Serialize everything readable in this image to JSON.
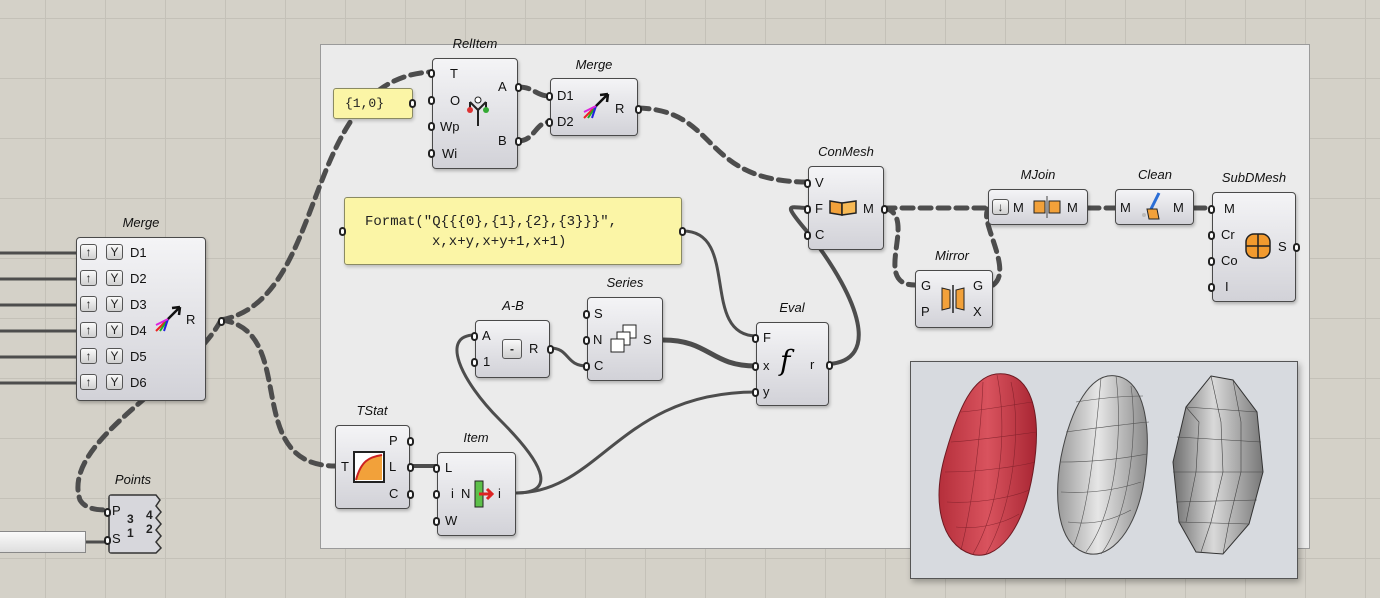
{
  "colors": {
    "canvas": "#d4d1c8",
    "group": "#ebebeb",
    "panel": "#fbf5a6",
    "wire": "#4d4d4d",
    "mesh_selected": "#c8424e"
  },
  "components": {
    "relitem": {
      "title": "RelItem",
      "inputs": [
        "T",
        "O",
        "Wp",
        "Wi"
      ],
      "outputs": [
        "A",
        "B"
      ],
      "icon": "relative-item-icon"
    },
    "merge_top": {
      "title": "Merge",
      "inputs": [
        "D1",
        "D2"
      ],
      "outputs": [
        "R"
      ],
      "icon": "merge-icon"
    },
    "merge_left": {
      "title": "Merge",
      "inputs": [
        "D1",
        "D2",
        "D3",
        "D4",
        "D5",
        "D6"
      ],
      "outputs": [
        "R"
      ],
      "icon": "merge-icon"
    },
    "conmesh": {
      "title": "ConMesh",
      "inputs": [
        "V",
        "F",
        "C"
      ],
      "outputs": [
        "M"
      ],
      "icon": "construct-mesh-icon"
    },
    "mjoin": {
      "title": "MJoin",
      "inputs": [
        "M"
      ],
      "outputs": [
        "M"
      ],
      "icon": "mesh-join-icon"
    },
    "clean": {
      "title": "Clean",
      "inputs": [
        "M"
      ],
      "outputs": [
        "M"
      ],
      "icon": "clean-mesh-icon"
    },
    "subdmesh": {
      "title": "SubDMesh",
      "inputs": [
        "M",
        "Cr",
        "Co",
        "I"
      ],
      "outputs": [
        "S"
      ],
      "icon": "subd-mesh-icon"
    },
    "mirror": {
      "title": "Mirror",
      "inputs": [
        "G",
        "P"
      ],
      "outputs": [
        "G",
        "X"
      ],
      "icon": "mirror-icon"
    },
    "amb": {
      "title": "A-B",
      "inputs": [
        "A",
        "1"
      ],
      "outputs": [
        "R"
      ],
      "icon": "subtraction-icon",
      "minus": "-"
    },
    "series": {
      "title": "Series",
      "inputs": [
        "S",
        "N",
        "C"
      ],
      "outputs": [
        "S"
      ],
      "icon": "series-icon"
    },
    "eval": {
      "title": "Eval",
      "inputs": [
        "F",
        "x",
        "y"
      ],
      "outputs": [
        "r"
      ],
      "icon": "expression-icon",
      "fx": "f"
    },
    "tstat": {
      "title": "TStat",
      "inputs": [
        "T"
      ],
      "outputs": [
        "P",
        "L",
        "C"
      ],
      "icon": "tree-statistics-icon"
    },
    "item": {
      "title": "Item",
      "inputs": [
        "L",
        "i",
        "W"
      ],
      "outputs": [
        "i"
      ],
      "icon": "list-item-icon",
      "mid": "N"
    },
    "points": {
      "title": "Points",
      "inputs": [
        "P",
        "S"
      ],
      "icon": "points-icon",
      "glyph": {
        "a": "3",
        "b": "4",
        "c": "1",
        "d": "2"
      }
    }
  },
  "panels": {
    "tuple": "{1,0}",
    "format_line1": "Format(\"Q{{{0},{1},{2},{3}}}\",",
    "format_line2": "x,x+y,x+y+1,x+1)"
  },
  "preview": {
    "meshes": [
      "subd-surface-red",
      "subd-mesh-gray",
      "subd-faceted-gray"
    ]
  }
}
